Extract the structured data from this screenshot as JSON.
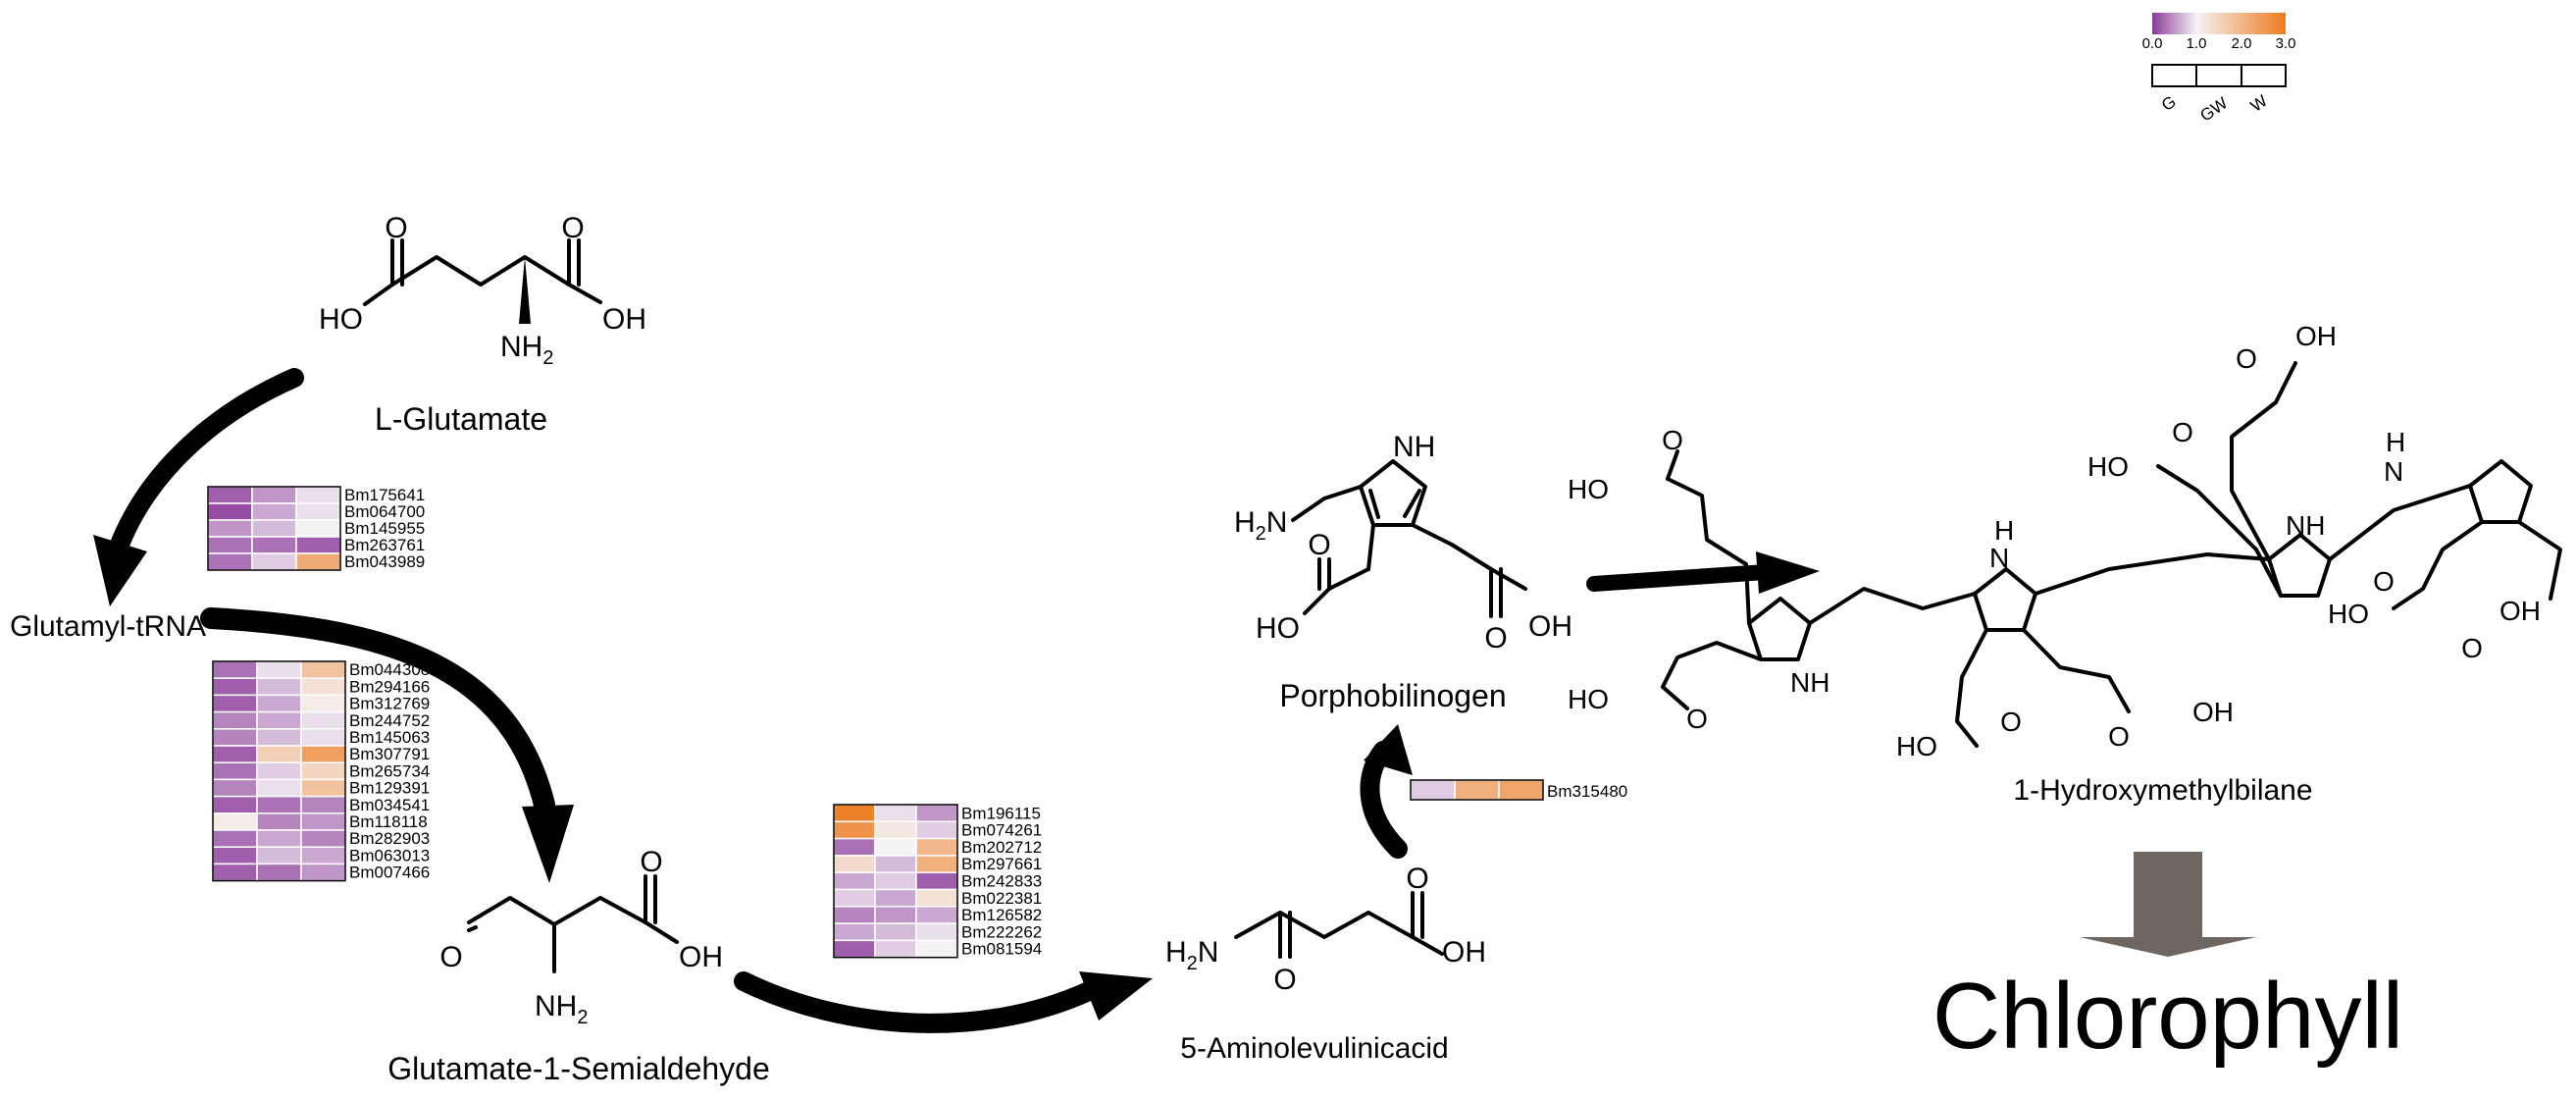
{
  "colors": {
    "low": "#8B3A9B",
    "mid": "#F5F2F5",
    "high": "#EE7C1F",
    "arrow_black": "#000000",
    "arrow_gray": "#6E6661"
  },
  "legend": {
    "ticks": [
      "0.0",
      "1.0",
      "2.0",
      "3.0"
    ],
    "columns": [
      "G",
      "GW",
      "W"
    ]
  },
  "compounds": {
    "glutamate": "L-Glutamate",
    "glutamyl_trna": "Glutamyl-tRNA",
    "gsa": "Glutamate-1-Semialdehyde",
    "ala": "5-Aminolevulinicacid",
    "pbg": "Porphobilinogen",
    "hmb": "1-Hydroxymethylbilane",
    "chlorophyll": "Chlorophyll"
  },
  "atoms": {
    "oh": "OH",
    "ho": "HO",
    "o": "O",
    "nh2": "NH",
    "h2n": "H",
    "sub2": "2",
    "n": "N",
    "nh": "NH",
    "h": "H"
  },
  "heatmaps": [
    {
      "id": "glu_to_trna",
      "genes": [
        "Bm175641",
        "Bm064700",
        "Bm145955",
        "Bm263761",
        "Bm043989"
      ],
      "values": [
        [
          0.2,
          0.5,
          0.9
        ],
        [
          0.1,
          0.6,
          0.9
        ],
        [
          0.5,
          0.7,
          1.0
        ],
        [
          0.3,
          0.3,
          0.2
        ],
        [
          0.3,
          0.8,
          2.2
        ]
      ]
    },
    {
      "id": "trna_to_gsa",
      "genes": [
        "Bm044308",
        "Bm294166",
        "Bm312769",
        "Bm244752",
        "Bm145063",
        "Bm307791",
        "Bm265734",
        "Bm129391",
        "Bm034541",
        "Bm118118",
        "Bm282903",
        "Bm063013",
        "Bm007466"
      ],
      "values": [
        [
          0.3,
          0.9,
          1.8
        ],
        [
          0.2,
          0.7,
          1.3
        ],
        [
          0.2,
          0.6,
          1.1
        ],
        [
          0.4,
          0.6,
          0.9
        ],
        [
          0.4,
          0.7,
          0.9
        ],
        [
          0.2,
          1.6,
          2.4
        ],
        [
          0.3,
          0.8,
          1.5
        ],
        [
          0.4,
          0.9,
          1.8
        ],
        [
          0.2,
          0.3,
          0.4
        ],
        [
          1.1,
          0.4,
          0.5
        ],
        [
          0.3,
          0.6,
          0.4
        ],
        [
          0.2,
          0.7,
          0.6
        ],
        [
          0.2,
          0.3,
          0.5
        ]
      ]
    },
    {
      "id": "gsa_to_ala",
      "genes": [
        "Bm196115",
        "Bm074261",
        "Bm202712",
        "Bm297661",
        "Bm242833",
        "Bm022381",
        "Bm126582",
        "Bm222262",
        "Bm081594"
      ],
      "values": [
        [
          2.9,
          0.9,
          0.5
        ],
        [
          2.6,
          1.2,
          0.8
        ],
        [
          0.3,
          1.0,
          2.0
        ],
        [
          1.4,
          0.7,
          2.1
        ],
        [
          0.6,
          0.8,
          0.2
        ],
        [
          0.8,
          0.6,
          1.3
        ],
        [
          0.4,
          0.5,
          0.6
        ],
        [
          0.6,
          0.7,
          0.9
        ],
        [
          0.2,
          0.8,
          1.0
        ]
      ]
    },
    {
      "id": "ala_to_pbg",
      "genes": [
        "Bm315480"
      ],
      "values": [
        [
          0.8,
          2.1,
          2.3
        ]
      ]
    }
  ]
}
